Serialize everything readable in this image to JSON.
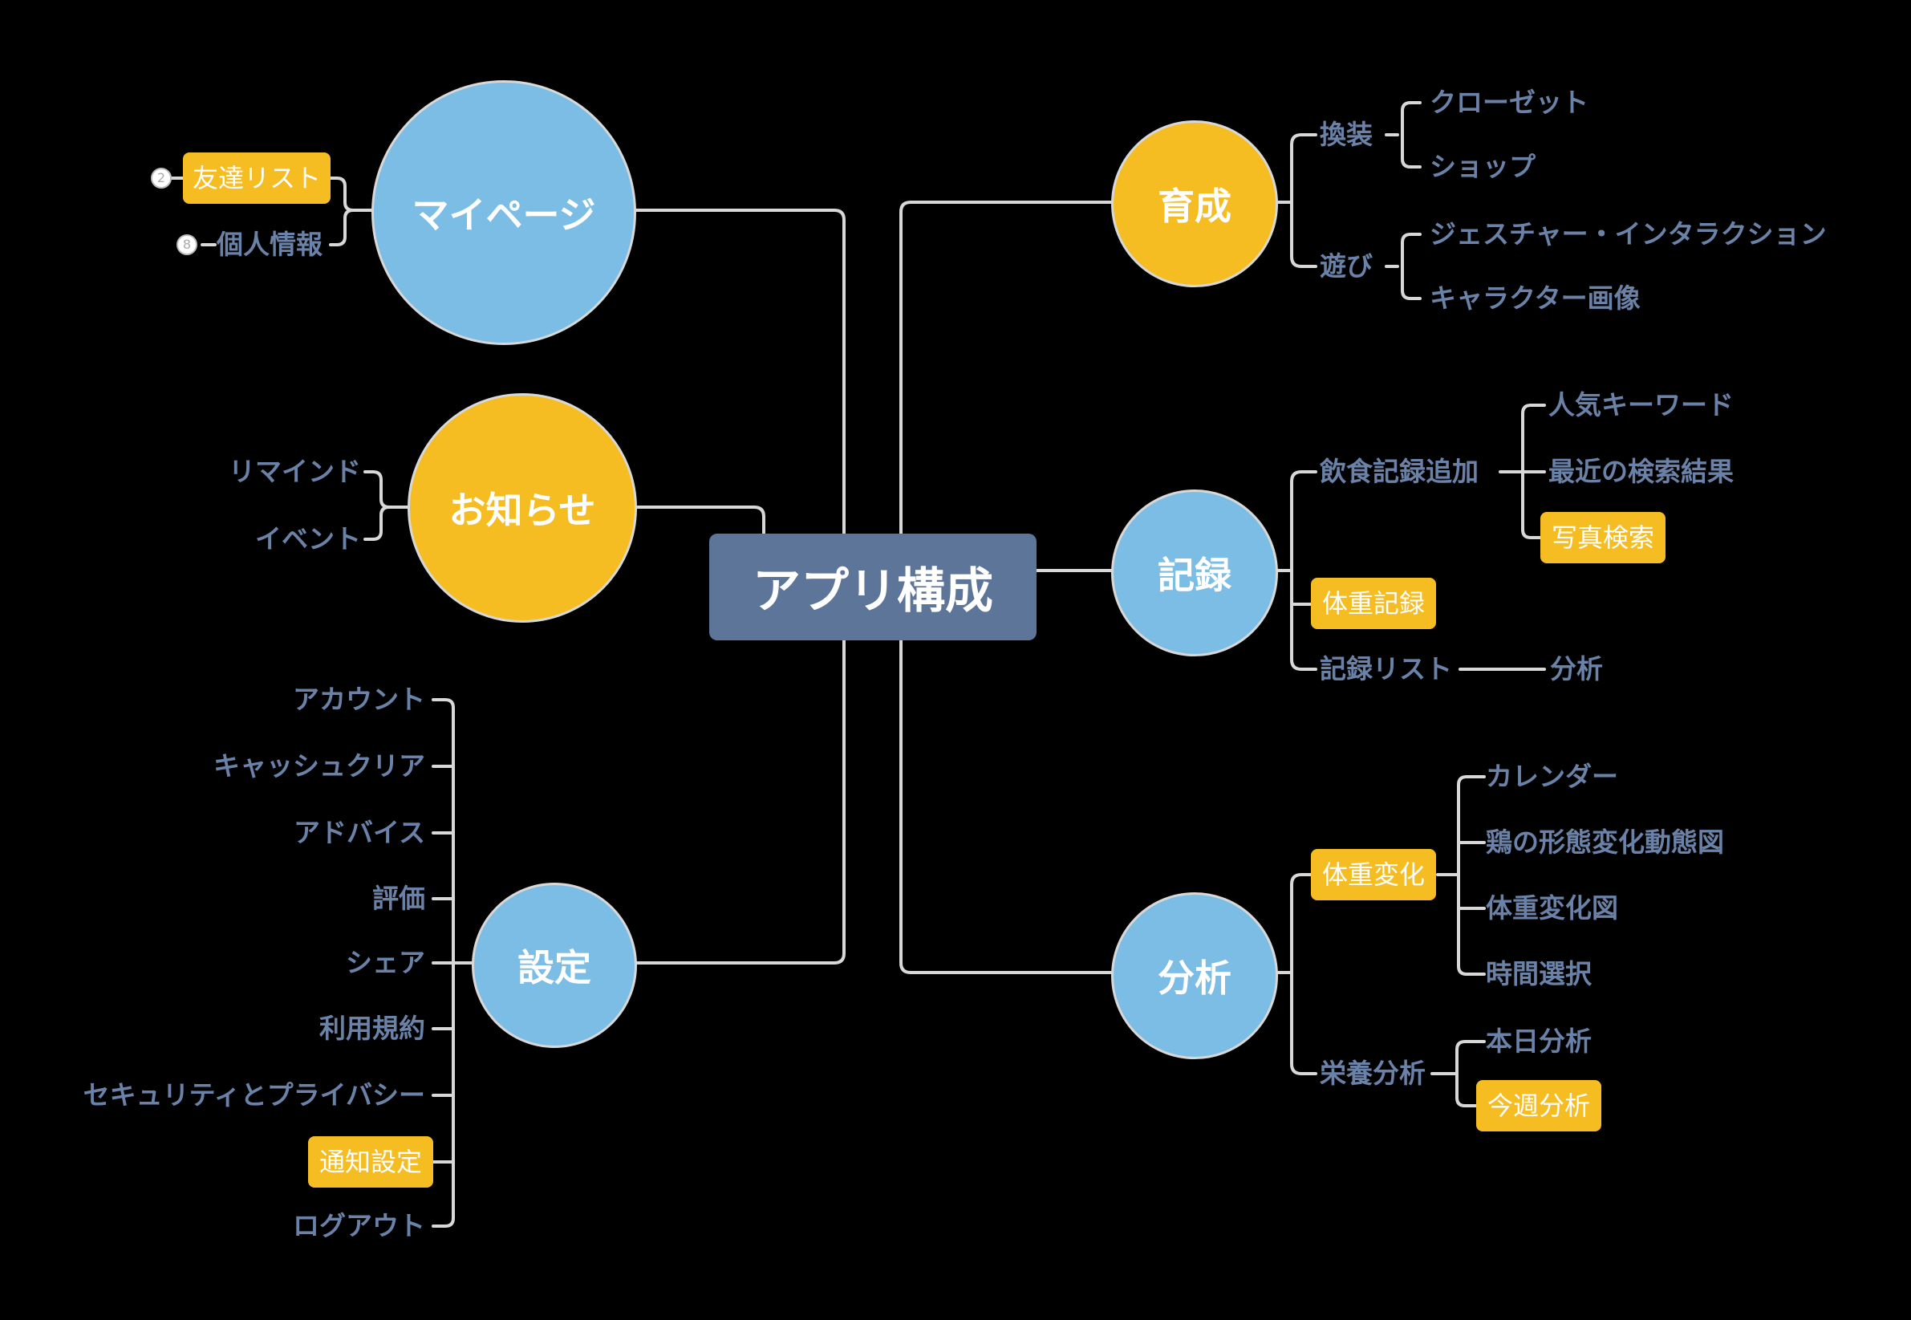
{
  "central": "アプリ構成",
  "branches": {
    "mypage": "マイページ",
    "notice": "お知らせ",
    "settings": "設定",
    "training": "育成",
    "record": "記録",
    "analysis": "分析"
  },
  "mypage_items": {
    "friends": "友達リスト",
    "friends_num": "2",
    "personal": "個人情報",
    "personal_num": "8"
  },
  "notice_items": {
    "remind": "リマインド",
    "event": "イベント"
  },
  "settings_items": [
    "アカウント",
    "キャッシュクリア",
    "アドバイス",
    "評価",
    "シェア",
    "利用規約",
    "セキュリティとプライバシー",
    "通知設定",
    "ログアウト"
  ],
  "training_items": {
    "dressup": "換装",
    "closet": "クローゼット",
    "shop": "ショップ",
    "play": "遊び",
    "gesture": "ジェスチャー・インタラクション",
    "character": "キャラクター画像"
  },
  "record_items": {
    "food": "飲食記録追加",
    "popular": "人気キーワード",
    "recent": "最近の検索結果",
    "photo": "写真検索",
    "weight": "体重記録",
    "list": "記録リスト",
    "analysis": "分析"
  },
  "analysis_items": {
    "weight_change": "体重変化",
    "calendar": "カレンダー",
    "chicken": "鶏の形態変化動態図",
    "weight_chart": "体重変化図",
    "time": "時間選択",
    "nutrition": "栄養分析",
    "today": "本日分析",
    "week": "今週分析"
  },
  "colors": {
    "blue": "#7bbde5",
    "yellow": "#f5bd22",
    "hub": "#5c7599",
    "text": "#6b82a8",
    "line": "#d8d8d8"
  }
}
